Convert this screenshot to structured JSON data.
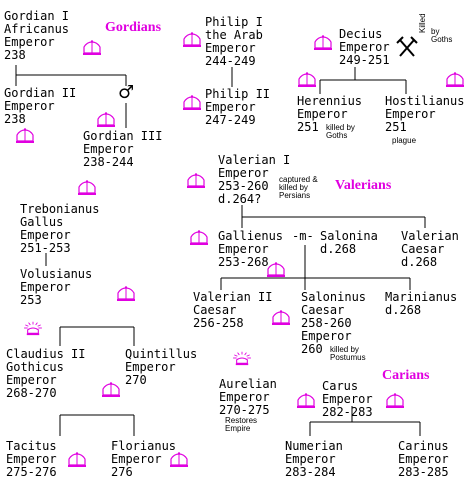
{
  "groups": {
    "gordians": "Gordians",
    "valerians": "Valerians",
    "carians": "Carians"
  },
  "persons": {
    "gordian1": "Gordian I\nAfricanus\nEmperor\n238",
    "gordian2": "Gordian II\nEmperor\n238",
    "gordian3": "Gordian III\nEmperor\n238-244",
    "philip1": "Philip I\nthe Arab\nEmperor\n244-249",
    "philip2": "Philip II\nEmperor\n247-249",
    "decius": "Decius\nEmperor\n249-251",
    "herennius_name": "Herennius\nEmperor",
    "herennius_years": "251",
    "hostilianus_name": "Hostilianus\nEmperor",
    "hostilianus_years": "251",
    "valerian1": "Valerian I\nEmperor\n253-260\nd.264?",
    "trebonianus": "Trebonianus\nGallus\nEmperor\n251-253",
    "volusianus": "Volusianus\nEmperor\n253",
    "gallienus": "Gallienus\nEmperor\n253-268",
    "marriage": "-m-",
    "salonina": "Salonina\nd.268",
    "valerian_caesar": "Valerian\nCaesar\nd.268",
    "valerian2": "Valerian II\nCaesar\n256-258",
    "saloninus_name": "Saloninus\nCaesar\n258-260\nEmperor",
    "saloninus_years": "260",
    "marinianus": "Marinianus\nd.268",
    "claudius2": "Claudius II\nGothicus\nEmperor\n268-270",
    "quintillus": "Quintillus\nEmperor\n270",
    "aurelian": "Aurelian\nEmperor\n270-275",
    "carus": "Carus\nEmperor\n282-283",
    "tacitus": "Tacitus\nEmperor\n275-276",
    "florianus": "Florianus\nEmperor\n276",
    "numerian": "Numerian\nEmperor\n283-284",
    "carinus": "Carinus\nEmperor\n283-285"
  },
  "notes": {
    "decius_killed": "Killed",
    "decius_by": "by\nGoths",
    "herennius": "killed by\nGoths",
    "hostilianus": "plague",
    "valerian": "captured &\nkilled by\nPersians",
    "saloninus": "killed by\nPostumus",
    "aurelian": "Restores\nEmpire"
  },
  "symbols": {
    "male": "♂"
  },
  "colors": {
    "accent": "#e000e0",
    "line": "#000000"
  }
}
